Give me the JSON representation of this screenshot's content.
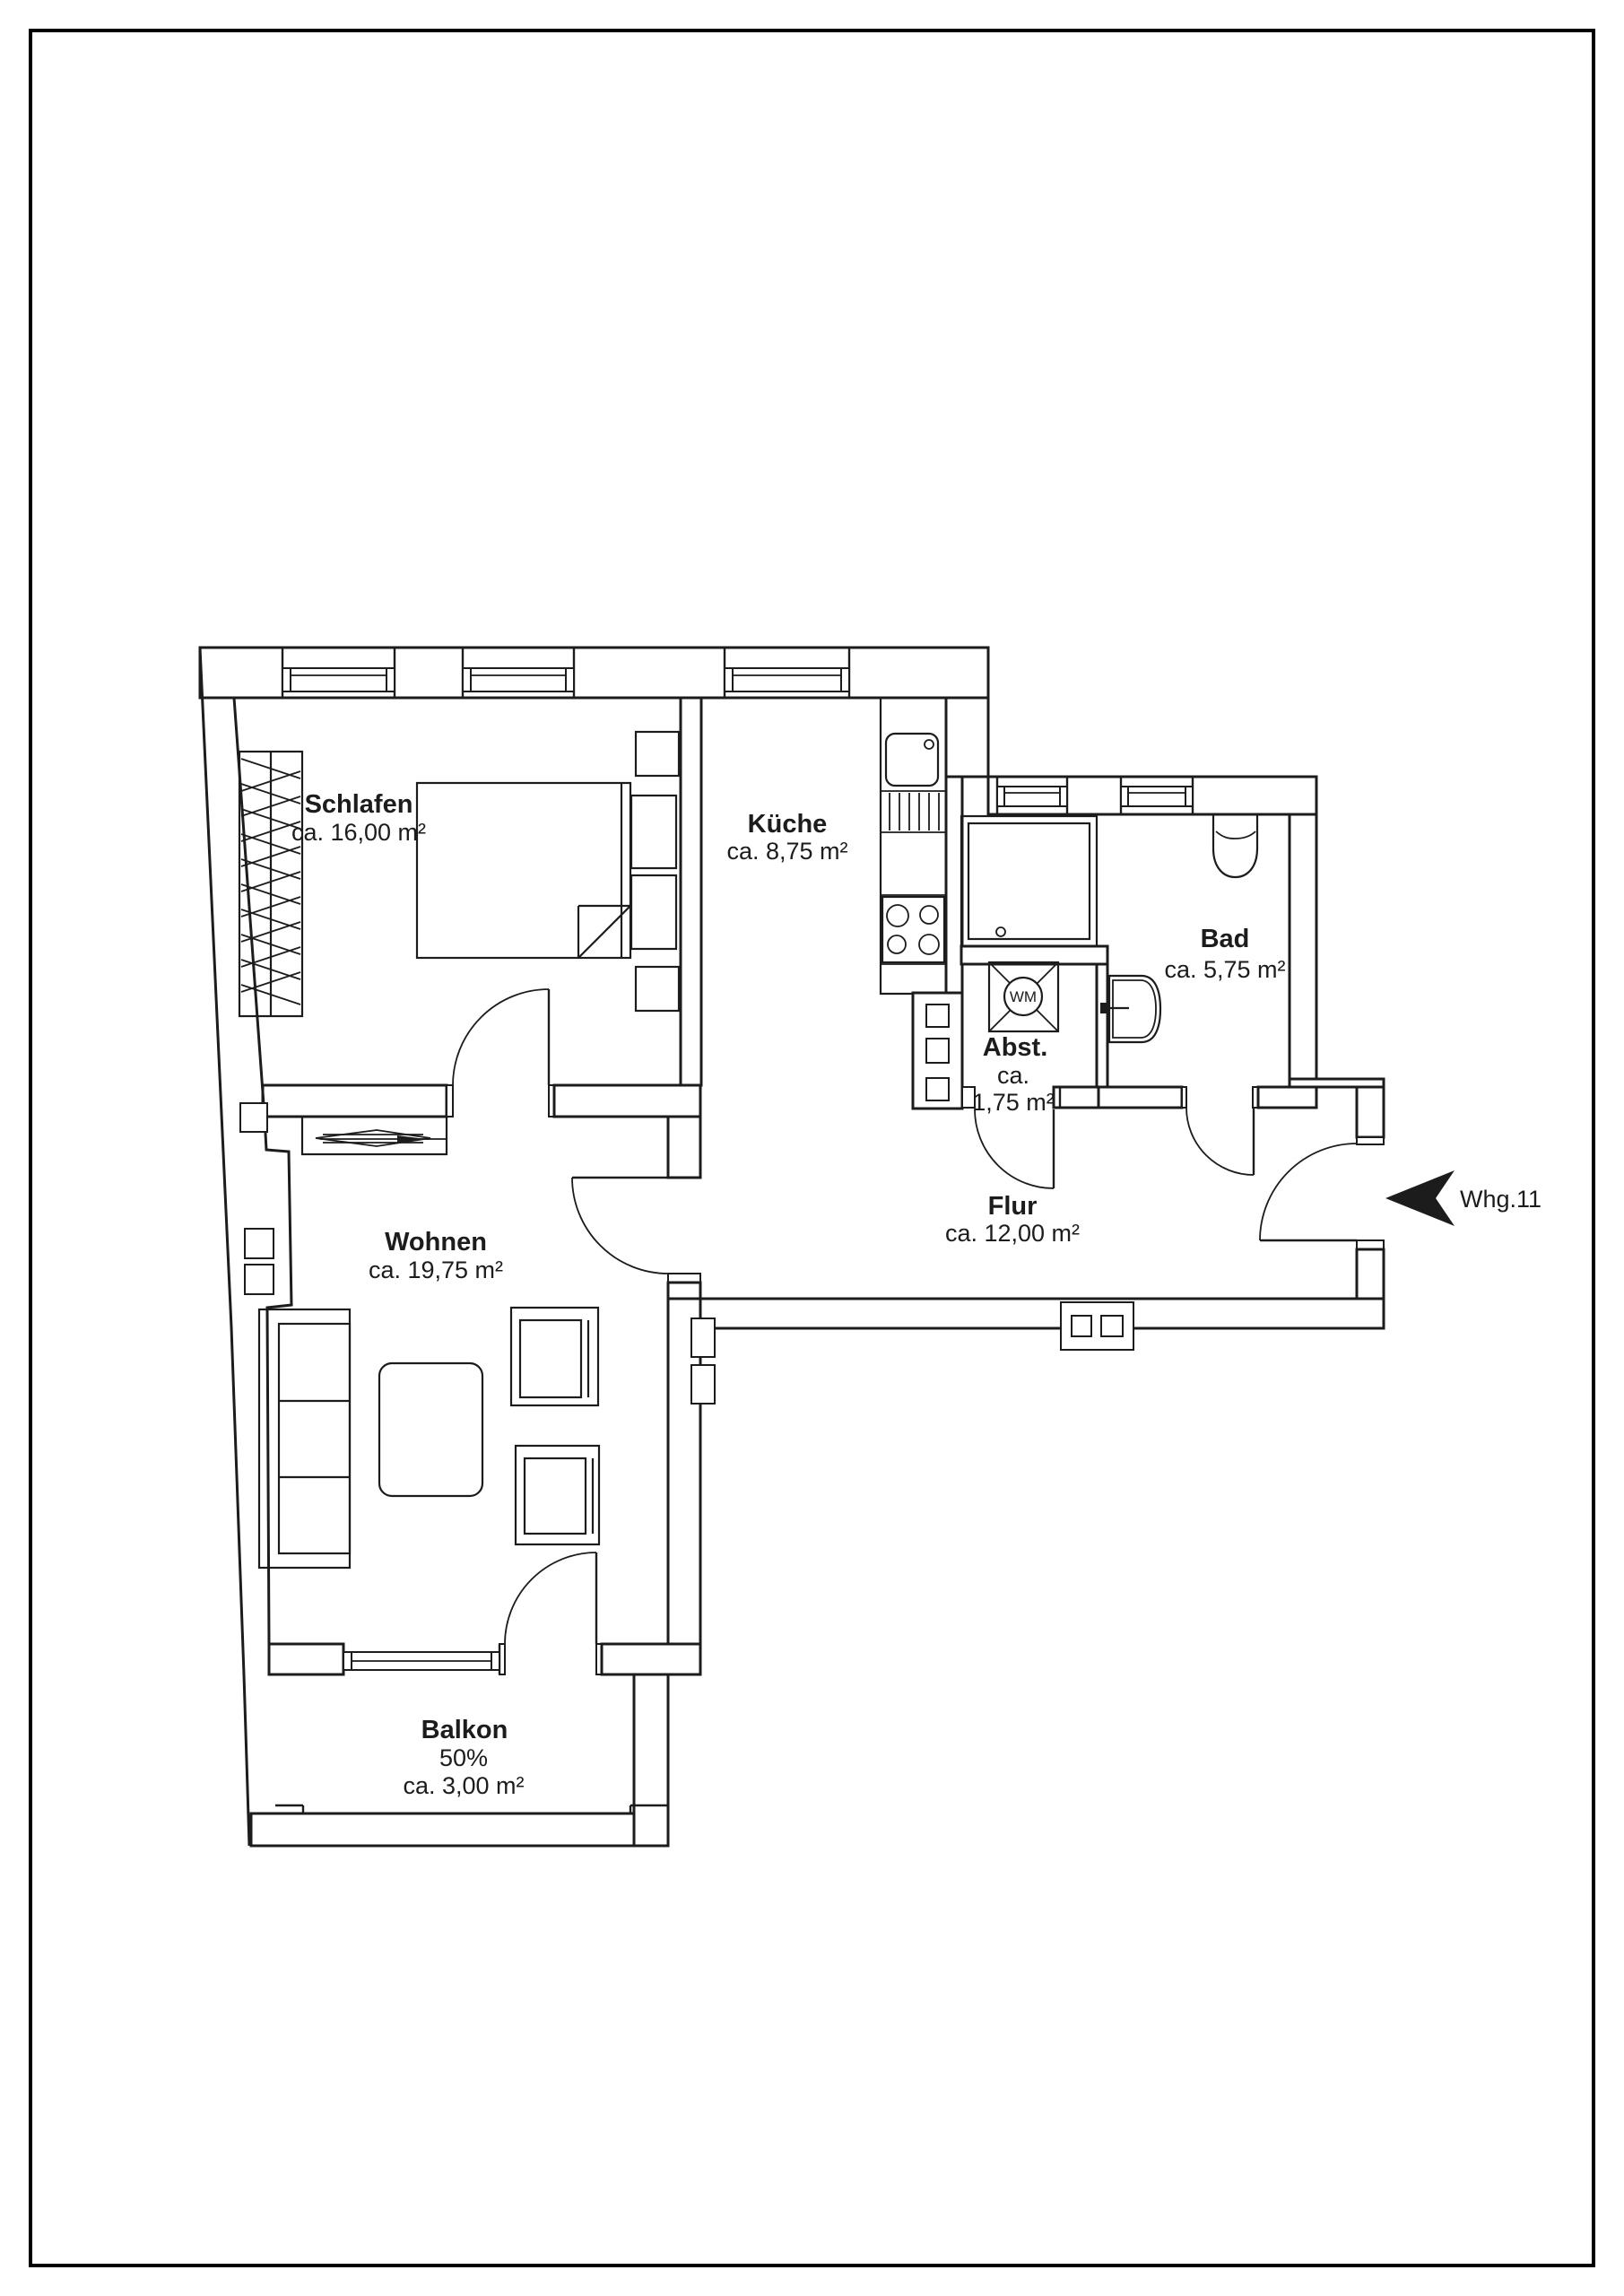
{
  "floor_plan": {
    "unit_label": "Whg.11",
    "rooms": {
      "schlafen": {
        "name": "Schlafen",
        "area": "ca. 16,00 m²"
      },
      "kueche": {
        "name": "Küche",
        "area": "ca. 8,75 m²"
      },
      "bad": {
        "name": "Bad",
        "area": "ca. 5,75 m²"
      },
      "abstellraum": {
        "name": "Abst.",
        "area_prefix": "ca.",
        "area_value": "1,75 m²"
      },
      "flur": {
        "name": "Flur",
        "area": "ca. 12,00 m²"
      },
      "wohnen": {
        "name": "Wohnen",
        "area": "ca. 19,75 m²"
      },
      "balkon": {
        "name": "Balkon",
        "share": "50%",
        "area": "ca. 3,00 m²"
      }
    },
    "appliances": {
      "washing_machine": "WM"
    }
  }
}
